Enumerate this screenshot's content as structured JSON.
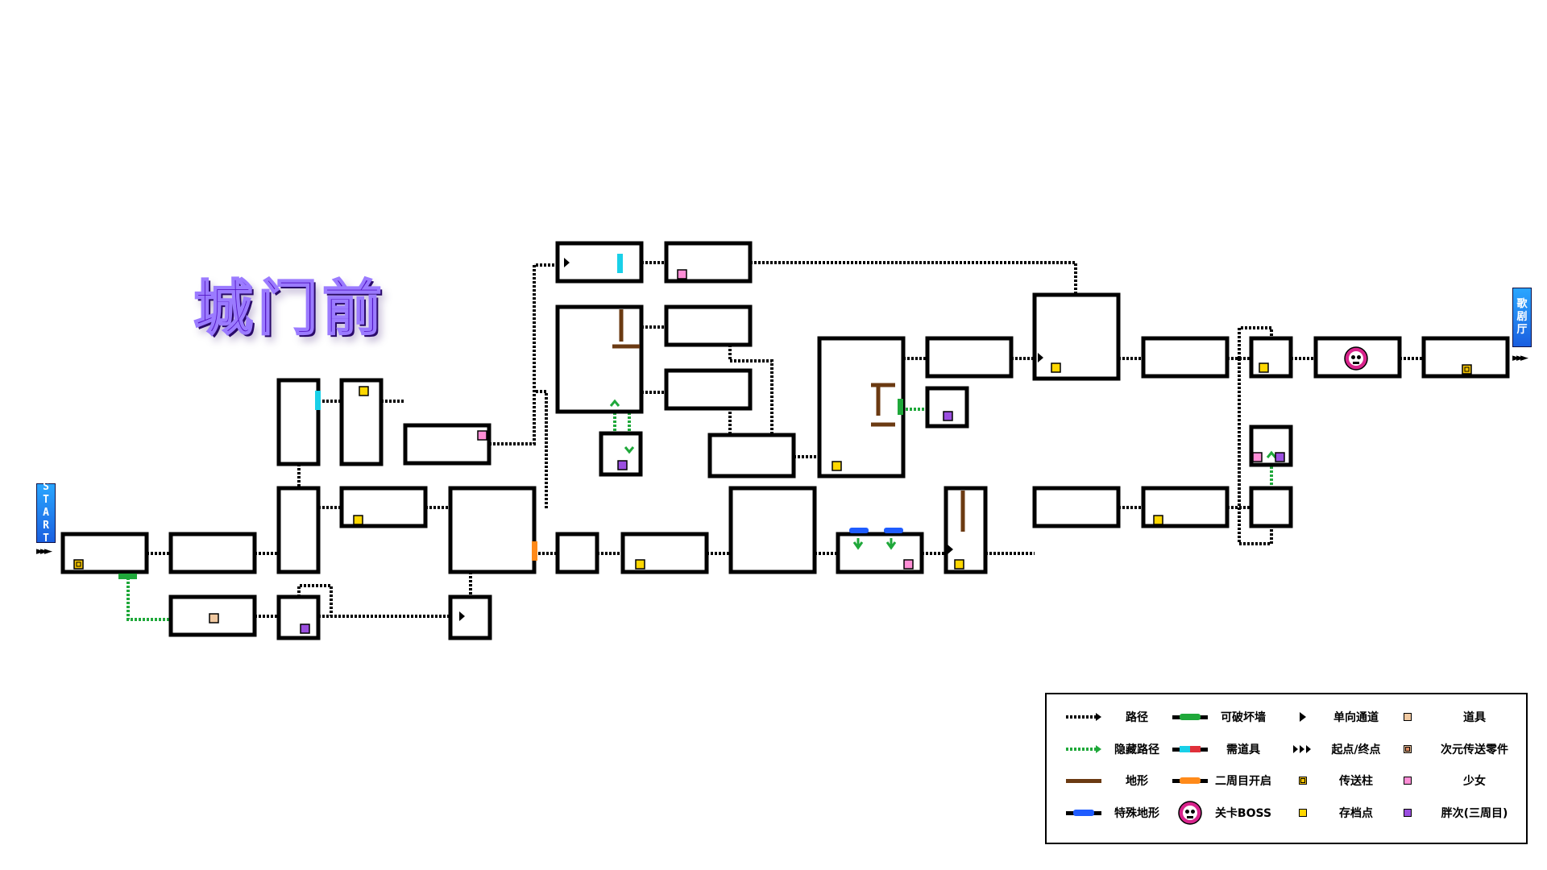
{
  "title": "城门前",
  "start_label": "START",
  "end_label": "歌剧厅",
  "colors": {
    "path": "#000000",
    "hidden_path": "#1fa83a",
    "breakable_wall": "#1fa83a",
    "requires_item_a": "#19d0e8",
    "requires_item_b": "#e0303a",
    "terrain": "#6b3a12",
    "second_cycle": "#ff8a1a",
    "special_terrain": "#1f5cff",
    "item": "#f1c9a1",
    "teleport_part": "#d98860",
    "teleport_pillar": "#f4c300",
    "save_point": "#ffd700",
    "girl": "#ff8ed6",
    "fat": "#9b4fe0",
    "boss": "#d8248c"
  },
  "legend": [
    {
      "label": "路径",
      "icon": "dotted-arrow-icon"
    },
    {
      "label": "可破坏墙",
      "icon": "green-wall-icon"
    },
    {
      "label": "单向通道",
      "icon": "one-way-arrow-icon"
    },
    {
      "label": "道具",
      "icon": "item-square-icon"
    },
    {
      "label": "隐藏路径",
      "icon": "green-dotted-arrow-icon"
    },
    {
      "label": "需道具",
      "icon": "cyan-red-bar-icon"
    },
    {
      "label": "起点/终点",
      "icon": "triple-arrow-icon"
    },
    {
      "label": "次元传送零件",
      "icon": "teleport-part-icon"
    },
    {
      "label": "地形",
      "icon": "brown-bar-icon"
    },
    {
      "label": "二周目开启",
      "icon": "orange-bar-icon"
    },
    {
      "label": "传送柱",
      "icon": "teleport-pillar-icon"
    },
    {
      "label": "少女",
      "icon": "pink-square-icon"
    },
    {
      "label": "特殊地形",
      "icon": "blue-bar-icon"
    },
    {
      "label": "关卡BOSS",
      "icon": "boss-skull-icon"
    },
    {
      "label": "存档点",
      "icon": "save-square-icon"
    },
    {
      "label": "胖次(三周目)",
      "icon": "purple-square-icon"
    }
  ]
}
